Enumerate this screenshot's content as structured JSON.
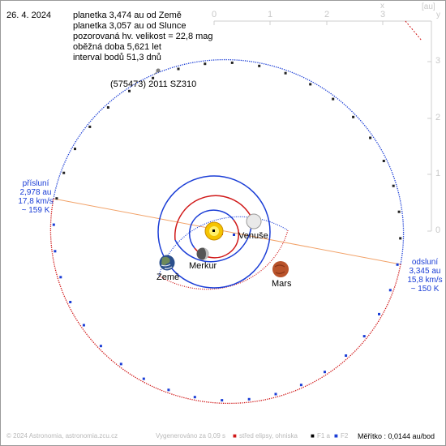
{
  "date": "26. 4. 2024",
  "info_lines": [
    "planetka 3,474 au od Země",
    "planetka 3,057 au od Slunce",
    "pozorovaná hv. velikost = 22,8 mag",
    "oběžná doba 5,621 let",
    "interval bodů 51,3 dnů"
  ],
  "asteroid_label": "(575473) 2011 SZ310",
  "perihelion": {
    "title": "přísluní",
    "dist": "2,978 au",
    "speed": "17,8 km/s",
    "temp": "~ 159 K"
  },
  "aphelion": {
    "title": "odsluní",
    "dist": "3,345 au",
    "speed": "15,8 km/s",
    "temp": "~ 150 K"
  },
  "planets": {
    "mercury": "Merkur",
    "venus": "Venuše",
    "earth": "Země",
    "mars": "Mars"
  },
  "axis": {
    "x_ticks": [
      "0",
      "1",
      "2",
      "3"
    ],
    "y_ticks": [
      "3",
      "2",
      "1",
      "0"
    ],
    "x_label": "x",
    "y_label": "y",
    "unit": "[au]"
  },
  "footer": {
    "copyright": "© 2024 Astronomia, astronomia.zcu.cz",
    "generated": "Vygenerováno za 0,09 s",
    "legend_center": "střed elipsy, ohniska",
    "legend_f1": "F1 a",
    "legend_f2": "F2",
    "scale": "Měřítko : 0,0144 au/bod"
  },
  "colors": {
    "orbit_blue": "#1a3dd6",
    "orbit_red": "#d01818",
    "apsis_line": "#f2a36a",
    "sun": "#f5c400",
    "axis": "#c8c8c8"
  }
}
